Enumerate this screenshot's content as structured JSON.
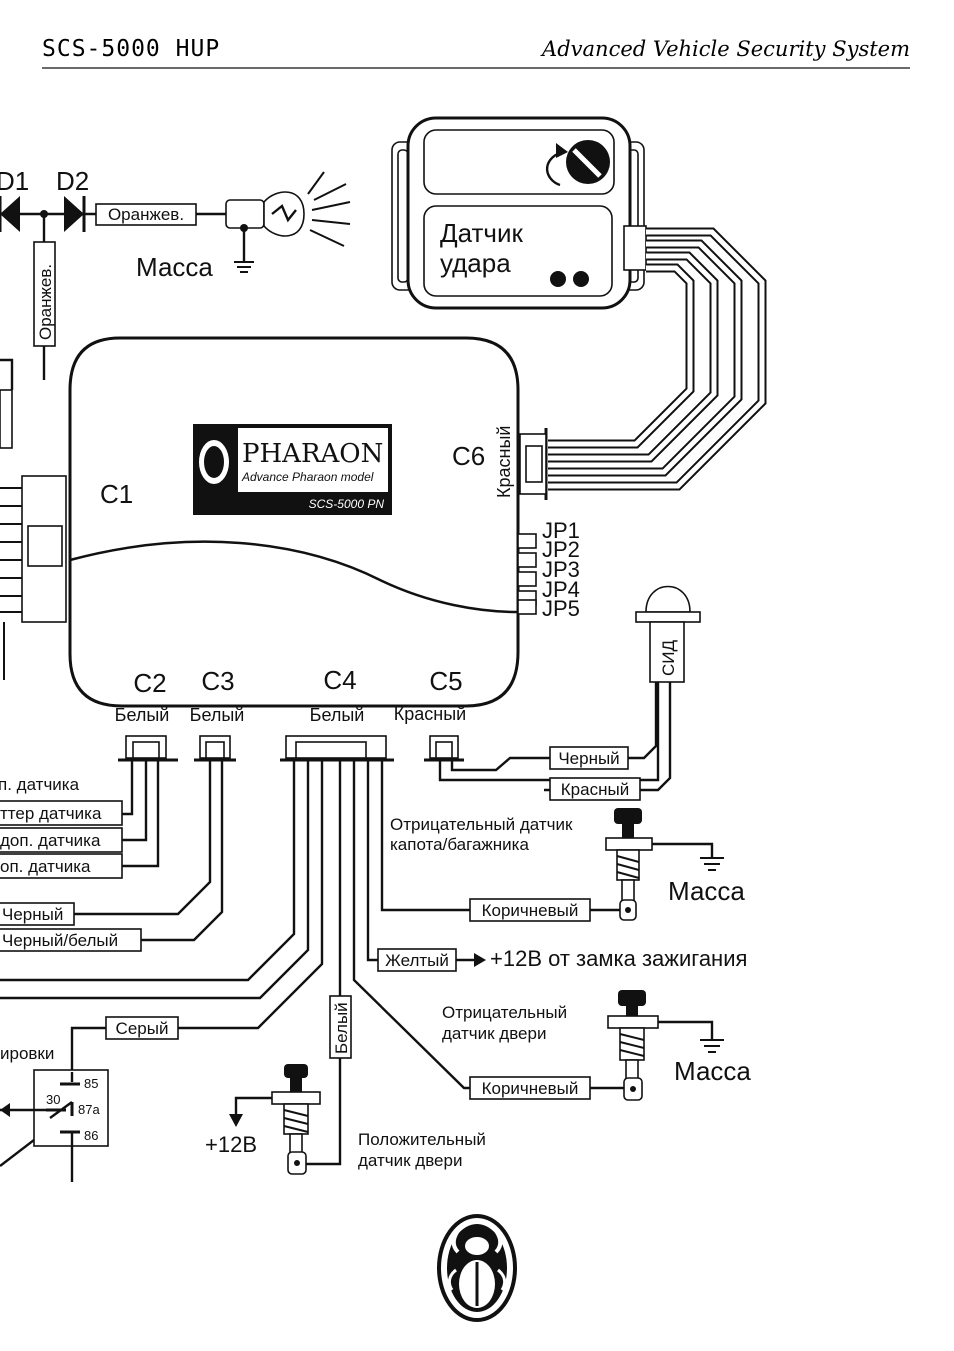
{
  "header": {
    "model": "SCS-5000 HUP",
    "title": "Advanced Vehicle Security System"
  },
  "diodes": {
    "d1": "D1",
    "d2": "D2"
  },
  "shock_sensor": {
    "line1": "Датчик",
    "line2": "удара"
  },
  "main_unit": {
    "c1": "C1",
    "c2": "C2",
    "c3": "C3",
    "c4": "C4",
    "c5": "C5",
    "c6": "C6",
    "c2_color": "Белый",
    "c3_color": "Белый",
    "c4_color": "Белый",
    "c5_color": "Красный",
    "c6_color": "Красный",
    "jumpers": [
      "JP1",
      "JP2",
      "JP3",
      "JP4",
      "JP5"
    ]
  },
  "logo": {
    "brand": "PHARAON",
    "tagline": "Advance Pharaon model",
    "model": "SCS-5000 PN"
  },
  "wires": {
    "orange_h": "Оранжев.",
    "orange_v": "Оранжев.",
    "black": "Черный",
    "red": "Красный",
    "brown1": "Коричневый",
    "yellow": "Желтый",
    "gray": "Серый",
    "white_v": "Белый",
    "brown2": "Коричневый",
    "black_left": "Черный",
    "black_white_left": "Черный/белый"
  },
  "grounds": {
    "lamp": "Масса",
    "hood": "Масса",
    "door": "Масса"
  },
  "led": {
    "label": "СИД"
  },
  "left_cut_labels": [
    "п. датчика",
    "ттер датчика",
    "доп. датчика",
    "оп. датчика"
  ],
  "relay": {
    "caption": "ировки",
    "pin85": "85",
    "pin30": "30",
    "pin87a": "87a",
    "pin86": "86"
  },
  "sensors": {
    "hood_line1": "Отрицательный датчик",
    "hood_line2": "капота/багажника",
    "ignition": "+12В от замка зажигания",
    "door_neg_line1": "Отрицательный",
    "door_neg_line2": "датчик двери",
    "door_pos_line1": "Положительный",
    "door_pos_line2": "датчик двери",
    "plus12": "+12В"
  }
}
